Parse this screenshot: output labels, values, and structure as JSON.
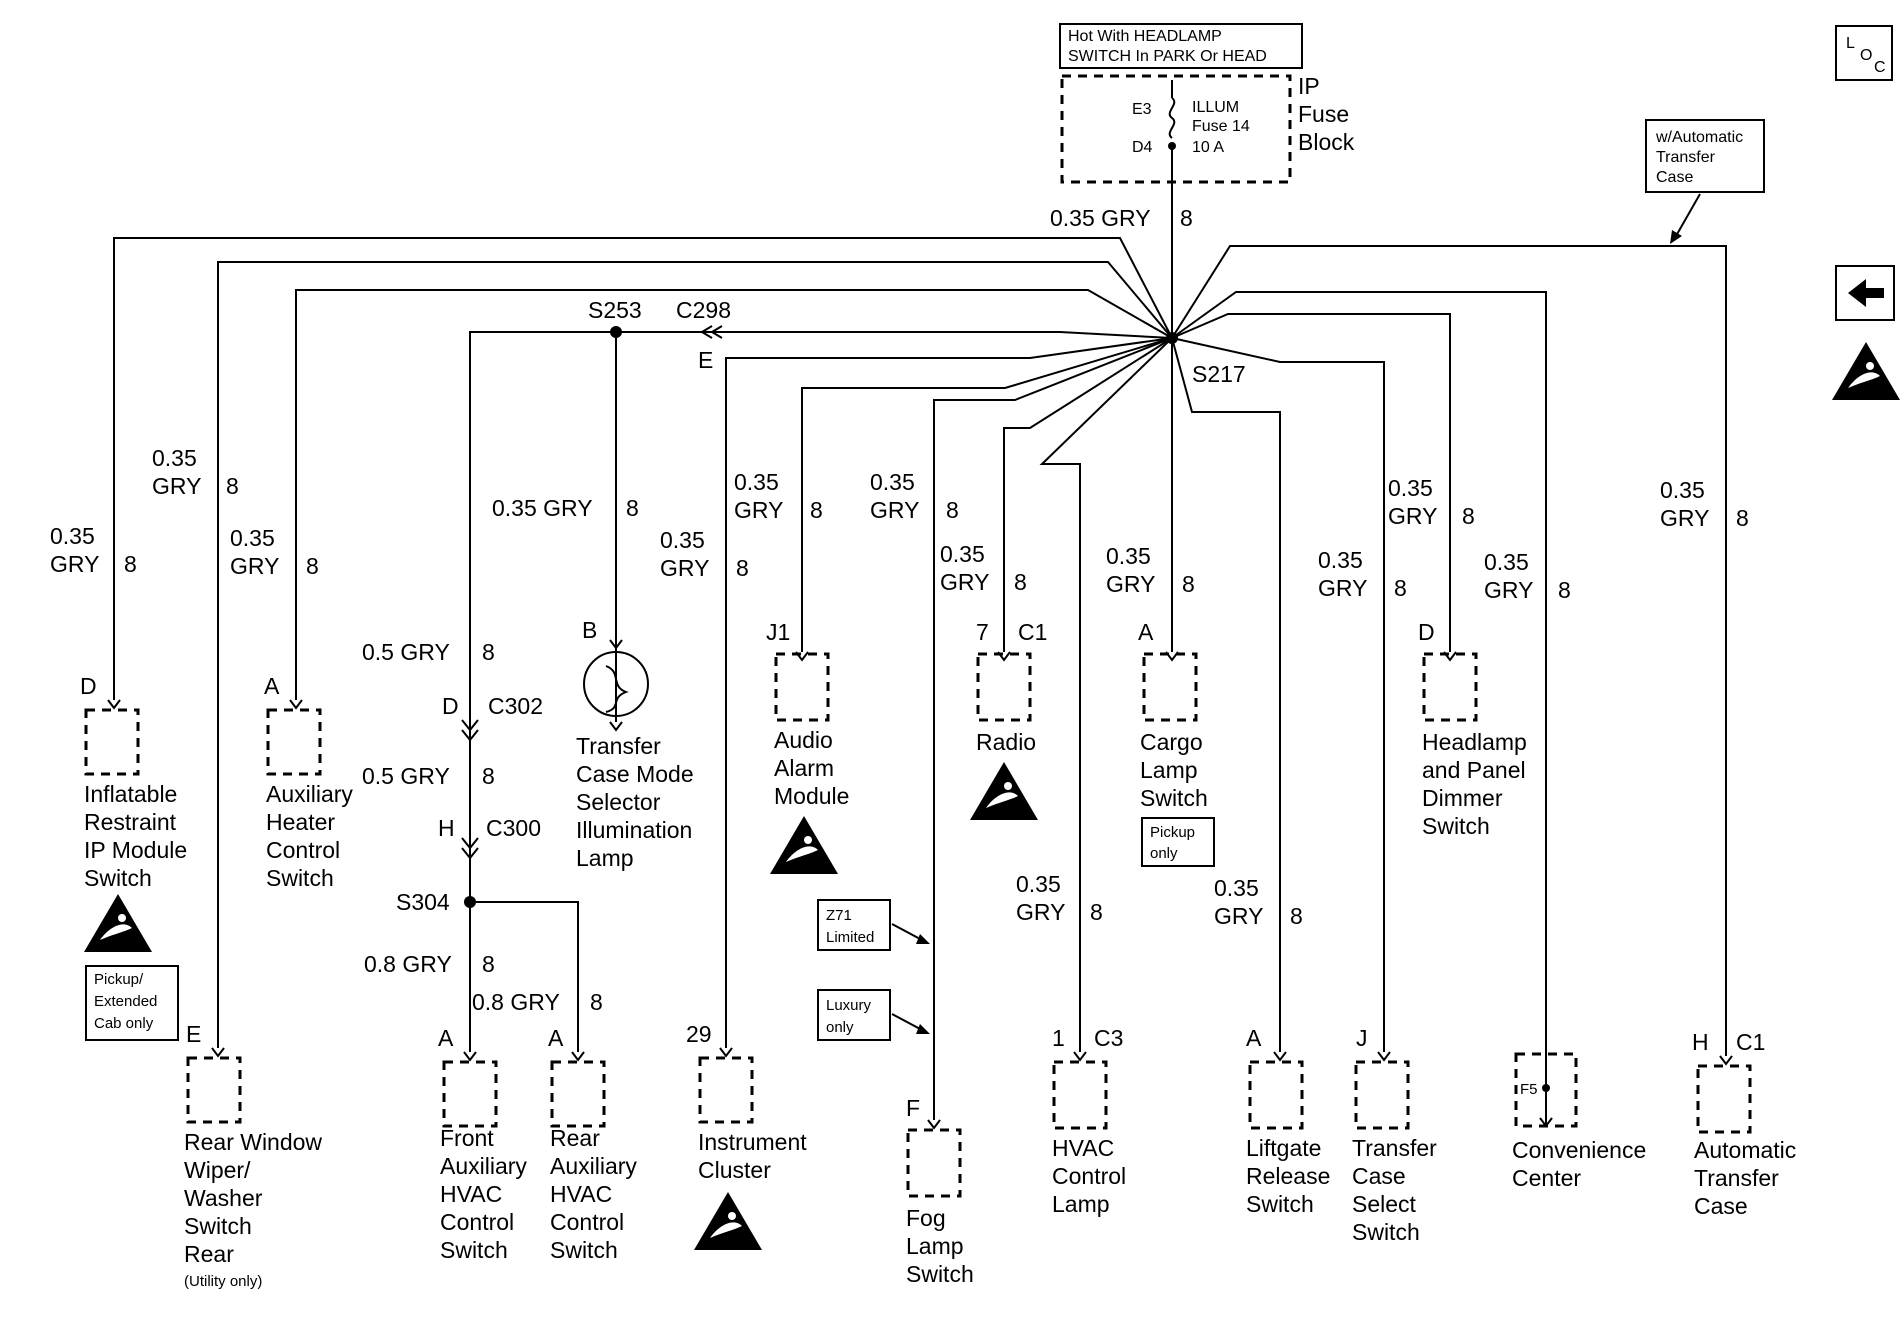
{
  "header": {
    "hot_note": [
      "Hot With HEADLAMP",
      "SWITCH In PARK Or HEAD"
    ],
    "fuse_block": [
      "IP",
      "Fuse",
      "Block"
    ],
    "fuse_name": [
      "ILLUM",
      "Fuse 14",
      "10 A"
    ],
    "fuse_pin_top": "E3",
    "fuse_pin_bottom": "D4",
    "feed_wire": "0.35 GRY",
    "feed_circuit": "8"
  },
  "side": {
    "loc": [
      "L",
      "O",
      "C"
    ],
    "back_icon": "left-arrow-icon",
    "esd_icon": "esd-warning-icon"
  },
  "splices": {
    "s217": "S217",
    "s253": "S253",
    "s304": "S304",
    "c298": "C298",
    "c298_pin": "E",
    "c302": "C302",
    "c302_pin": "D",
    "c300": "C300",
    "c300_pin": "H"
  },
  "notes": {
    "auto_transfer": [
      "w/Automatic",
      "Transfer",
      "Case"
    ],
    "z71": [
      "Z71",
      "Limited"
    ],
    "luxury": [
      "Luxury",
      "only"
    ],
    "pickup_ext": [
      "Pickup/",
      "Extended",
      "Cab only"
    ],
    "pickup_only": [
      "Pickup",
      "only"
    ],
    "utility_only": "(Utility only)"
  },
  "wires": {
    "w035": [
      "0.35",
      "GRY"
    ],
    "w035_inline": "0.35 GRY",
    "w05": "0.5 GRY",
    "w08": "0.8 GRY",
    "circuit": "8"
  },
  "components": [
    {
      "id": "inflatable",
      "pin": "D",
      "name": [
        "Inflatable",
        "Restraint",
        "IP Module",
        "Switch"
      ]
    },
    {
      "id": "rear_wiper",
      "pin": "E",
      "name": [
        "Rear Window",
        "Wiper/",
        "Washer",
        "Switch",
        "Rear"
      ]
    },
    {
      "id": "aux_heater",
      "pin": "A",
      "name": [
        "Auxiliary",
        "Heater",
        "Control",
        "Switch"
      ]
    },
    {
      "id": "front_aux",
      "pin": "A",
      "name": [
        "Front",
        "Auxiliary",
        "HVAC",
        "Control",
        "Switch"
      ]
    },
    {
      "id": "rear_aux",
      "pin": "A",
      "name": [
        "Rear",
        "Auxiliary",
        "HVAC",
        "Control",
        "Switch"
      ]
    },
    {
      "id": "tcm_lamp",
      "pin": "B",
      "name": [
        "Transfer",
        "Case Mode",
        "Selector",
        "Illumination",
        "Lamp"
      ]
    },
    {
      "id": "cluster",
      "pin": "29",
      "name": [
        "Instrument",
        "Cluster"
      ]
    },
    {
      "id": "audio",
      "pin": "J1",
      "name": [
        "Audio",
        "Alarm",
        "Module"
      ]
    },
    {
      "id": "fog",
      "pin": "F",
      "name": [
        "Fog",
        "Lamp",
        "Switch"
      ]
    },
    {
      "id": "radio",
      "pin": "7",
      "conn": "C1",
      "name": [
        "Radio"
      ]
    },
    {
      "id": "hvac_lamp",
      "pin": "1",
      "conn": "C3",
      "name": [
        "HVAC",
        "Control",
        "Lamp"
      ]
    },
    {
      "id": "cargo",
      "pin": "A",
      "name": [
        "Cargo",
        "Lamp",
        "Switch"
      ]
    },
    {
      "id": "liftgate",
      "pin": "A",
      "name": [
        "Liftgate",
        "Release",
        "Switch"
      ]
    },
    {
      "id": "tc_select",
      "pin": "J",
      "name": [
        "Transfer",
        "Case",
        "Select",
        "Switch"
      ]
    },
    {
      "id": "headlamp",
      "pin": "D",
      "name": [
        "Headlamp",
        "and Panel",
        "Dimmer",
        "Switch"
      ]
    },
    {
      "id": "convenience",
      "pin": "F5",
      "name": [
        "Convenience",
        "Center"
      ]
    },
    {
      "id": "auto_tc",
      "pin": "H",
      "conn": "C1",
      "name": [
        "Automatic",
        "Transfer",
        "Case"
      ]
    }
  ]
}
